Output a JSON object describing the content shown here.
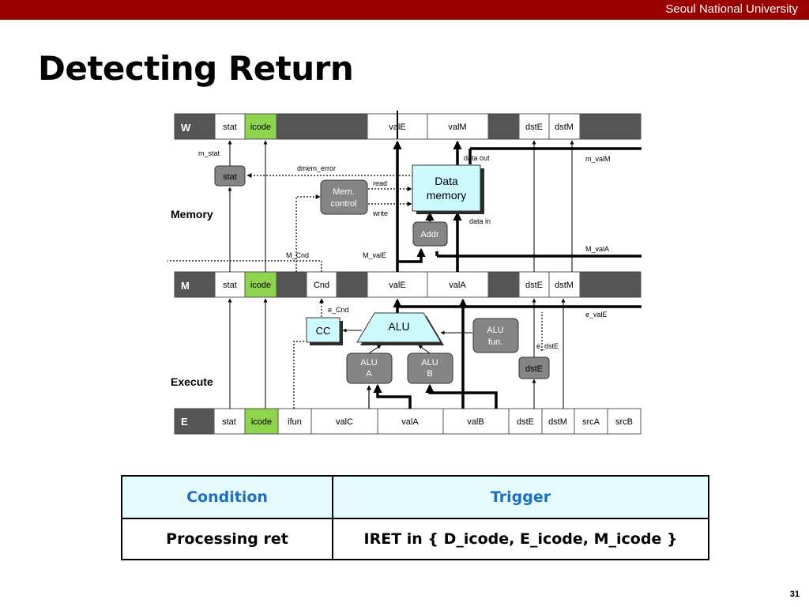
{
  "header": {
    "university": "Seoul National University"
  },
  "title": "Detecting Return",
  "slide_number": "31",
  "diagram": {
    "stages": {
      "memory": "Memory",
      "execute": "Execute"
    },
    "W": {
      "label": "W",
      "stat": "stat",
      "icode": "icode",
      "valE": "valE",
      "valM": "valM",
      "dstE": "dstE",
      "dstM": "dstM"
    },
    "M": {
      "label": "M",
      "stat": "stat",
      "icode": "icode",
      "Cnd": "Cnd",
      "valE": "valE",
      "valA": "valA",
      "dstE": "dstE",
      "dstM": "dstM"
    },
    "E": {
      "label": "E",
      "stat": "stat",
      "icode": "icode",
      "ifun": "ifun",
      "valC": "valC",
      "valA": "valA",
      "valB": "valB",
      "dstE": "dstE",
      "dstM": "dstM",
      "srcA": "srcA",
      "srcB": "srcB"
    },
    "blocks": {
      "stat": "stat",
      "mem_control": [
        "Mem.",
        "control"
      ],
      "data_memory": [
        "Data",
        "memory"
      ],
      "addr": "Addr",
      "cc": "CC",
      "alu": "ALU",
      "alu_fun": [
        "ALU",
        "fun."
      ],
      "alu_a": [
        "ALU",
        "A"
      ],
      "alu_b": [
        "ALU",
        "B"
      ],
      "dstE": "dstE"
    },
    "signals": {
      "m_stat": "m_stat",
      "dmem_error": "dmem_error",
      "read": "read",
      "write": "write",
      "data_out": "data out",
      "data_in": "data in",
      "m_valM": "m_valM",
      "M_valA": "M_valA",
      "M_Cnd": "M_Cnd",
      "M_valE": "M_valE",
      "e_Cnd": "e_Cnd",
      "e_valE": "e_valE",
      "e_dstE": "e_dstE"
    },
    "colors": {
      "icode": "#8ed44f",
      "dark": "#555555",
      "block": "#858585",
      "cyan": "#ccfaff",
      "banner": "#9b0000"
    }
  },
  "table": {
    "headers": [
      "Condition",
      "Trigger"
    ],
    "rows": [
      [
        "Processing ret",
        "IRET in { D_icode, E_icode, M_icode }"
      ]
    ]
  }
}
